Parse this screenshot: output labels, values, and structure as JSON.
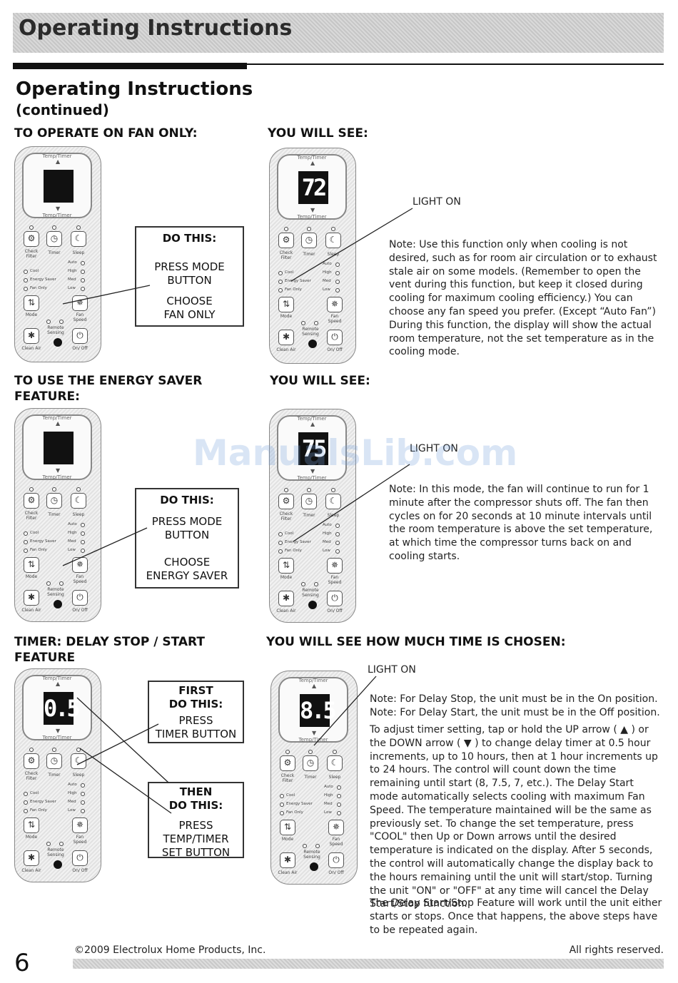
{
  "header": {
    "band_title": "Operating Instructions",
    "title": "Operating Instructions",
    "subtitle": "(continued)"
  },
  "remote_labels": {
    "display_top": "Temp/Timer",
    "display_bottom": "Temp/Timer",
    "check_filter": "Check Filter",
    "timer": "Timer",
    "sleep": "Sleep",
    "auto": "Auto",
    "cool": "Cool",
    "high": "High",
    "energy_saver": "Energy Saver",
    "med": "Med",
    "fan_only": "Fan Only",
    "low": "Low",
    "mode": "Mode",
    "fan_speed": "Fan Speed",
    "remote_sensing": "Remote Sensing",
    "clean_air": "Clean Air",
    "on_off": "On/ Off"
  },
  "sections": [
    {
      "heading": "TO OPERATE ON FAN ONLY:",
      "see_heading": "YOU WILL SEE:",
      "box_title": "DO THIS:",
      "box_lines": [
        "PRESS MODE",
        "BUTTON",
        "",
        "CHOOSE",
        "FAN ONLY"
      ],
      "display_value": "72",
      "light_label": "LIGHT ON",
      "note": "Note: Use this function only when cooling is not desired, such as for room air circulation or to exhaust stale air on some models. (Remember to open the vent during this function, but keep it closed during cooling for maximum cooling efficiency.) You can choose any fan speed you prefer. (Except “Auto Fan”) During this function, the display will show the actual room temperature, not the set temperature as in the cooling mode."
    },
    {
      "heading_1": "TO USE THE ENERGY SAVER",
      "heading_2": "FEATURE:",
      "see_heading": "YOU WILL SEE:",
      "box_title": "DO THIS:",
      "box_lines": [
        "PRESS MODE",
        "BUTTON",
        "",
        "CHOOSE",
        "ENERGY SAVER"
      ],
      "display_value": "75",
      "light_label": "LIGHT ON",
      "note": "Note: In this mode, the fan will continue to run for 1 minute after the compressor shuts off. The fan then cycles on for 20 seconds at 10 minute intervals until the room temperature is above the set temperature, at which time the compressor turns back on and cooling starts."
    },
    {
      "heading_1": "TIMER: DELAY STOP / START",
      "heading_2": "FEATURE",
      "see_heading": "YOU WILL SEE HOW MUCH TIME IS CHOSEN:",
      "box1_title_1": "FIRST",
      "box1_title_2": "DO THIS:",
      "box1_lines": [
        "PRESS",
        "TIMER BUTTON"
      ],
      "box2_title_1": "THEN",
      "box2_title_2": "DO THIS:",
      "box2_lines": [
        "PRESS",
        "TEMP/TIMER",
        "SET BUTTON"
      ],
      "display_left": "0.5",
      "display_right": "8.5",
      "light_label": "LIGHT ON",
      "note_stop": "Note: For Delay Stop, the unit must be in the On position.",
      "note_start": "Note: For Delay Start, the unit must be in the Off position.",
      "body": "To adjust timer setting, tap or hold the UP arrow ( ▲ ) or the DOWN arrow ( ▼ ) to change delay timer at 0.5 hour increments, up to 10 hours, then at 1 hour increments up to 24 hours. The control will count down the time remaining until start (8, 7.5, 7, etc.). The Delay Start mode automatically selects cooling with maximum Fan Speed. The temperature maintained will be the same as previously set. To change the set temperature, press \"COOL\" then Up or Down arrows until the desired temperature is indicated on the display. After 5 seconds, the control will automatically change the display back to the hours remaining until the unit will start/stop. Turning the unit \"ON\" or \"OFF\" at any time will cancel the Delay Start/Stop function.",
      "body2": "The Delay Start/Stop Feature will work until the unit either starts or stops. Once that happens, the above steps have to be repeated again."
    }
  ],
  "watermark": "ManualsLib.com",
  "footer": {
    "page_number": "6",
    "copyright": "©2009 Electrolux Home Products, Inc.",
    "rights": "All rights reserved."
  }
}
